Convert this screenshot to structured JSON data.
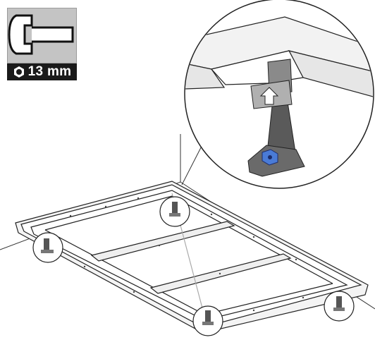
{
  "tool_badge": {
    "icon": "open-end-wrench-icon",
    "size_icon": "hex-nut-icon",
    "size_label": "13 mm",
    "colors": {
      "icon_bg": "#c4c4c4",
      "label_bg": "#1a1a1a",
      "label_text": "#ffffff"
    }
  },
  "main_illustration": {
    "subject": "bed-frame",
    "leveling_feet_callouts": 4
  },
  "detail_view": {
    "subject": "leveling-foot-detail",
    "direction_icon": "arrow-up-icon",
    "colors": {
      "nut": "#4a7bd6",
      "foot": "#5a5a5a",
      "arrow_plate": "#b0b0b0"
    }
  }
}
